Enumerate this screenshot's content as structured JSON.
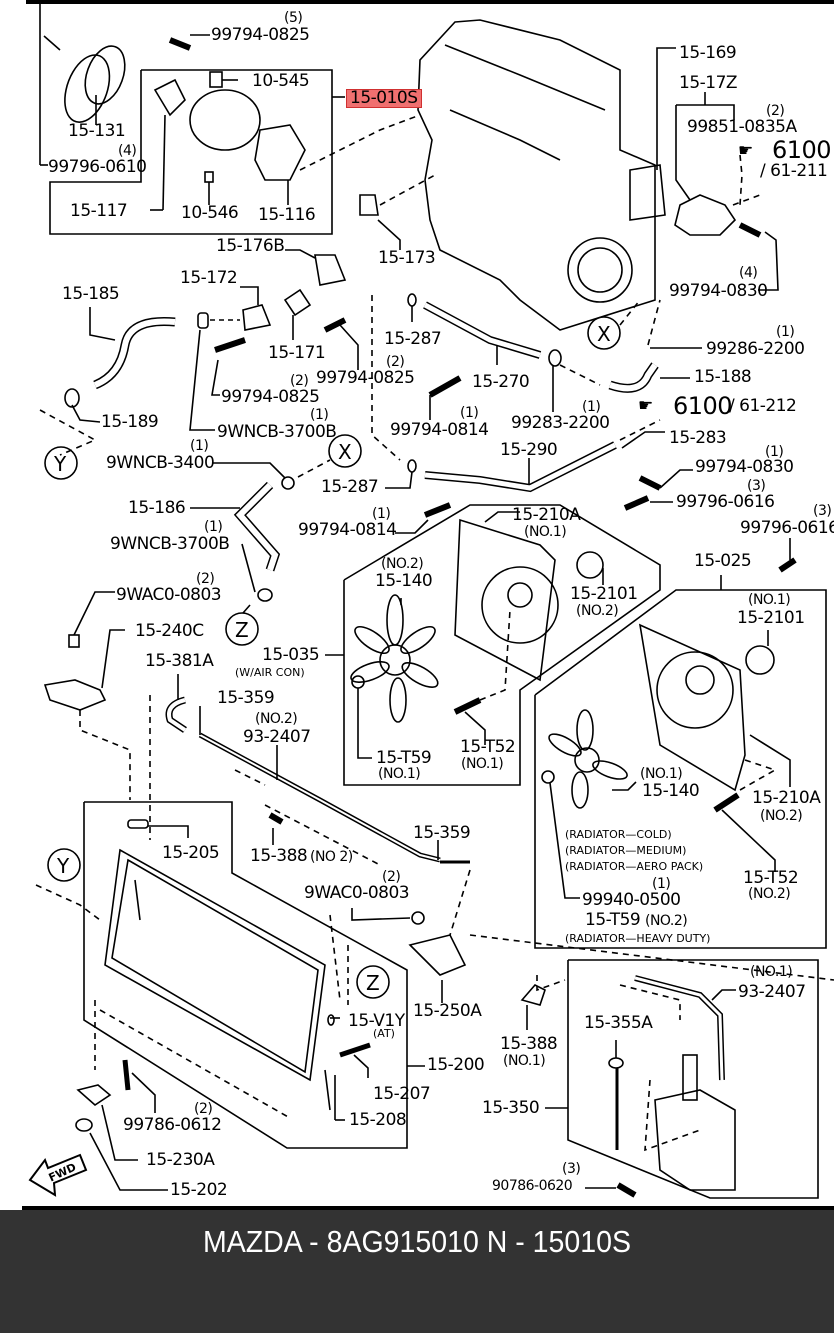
{
  "footer": {
    "text": "MAZDA - 8AG915010   N - 15010S"
  },
  "highlight": {
    "part": "15-010S",
    "color": "#f07070"
  },
  "callouts": {
    "x": "X",
    "y": "Y",
    "z": "Z",
    "fwd": "FWD"
  },
  "labels": {
    "p99794_0825_top": "99794-0825",
    "q5": "(5)",
    "p10_545": "10-545",
    "p15_131": "15-131",
    "q4a": "(4)",
    "p99796_0610": "99796-0610",
    "p15_117": "15-117",
    "p10_546": "10-546",
    "p15_116": "15-116",
    "p15_169": "15-169",
    "p15_17Z": "15-17Z",
    "q2a": "(2)",
    "p99851_0835A": "99851-0835A",
    "ref6100a": "6100",
    "ref61_211": "/ 61-211",
    "q4b": "(4)",
    "p99794_0830a": "99794-0830",
    "p15_173": "15-173",
    "p15_176B": "15-176B",
    "p15_172": "15-172",
    "p15_185": "15-185",
    "p15_171": "15-171",
    "q2b": "(2)",
    "p99794_0825b": "99794-0825",
    "q2c": "(2)",
    "p99794_0825c": "99794-0825",
    "p15_287a": "15-287",
    "p15_270": "15-270",
    "q1a": "(1)",
    "p99286_2200": "99286-2200",
    "p15_188": "15-188",
    "p15_189": "15-189",
    "q1b": "(1)",
    "p9WNCB_3700B_a": "9WNCB-3700B",
    "q1c": "(1)",
    "p99794_0814a": "99794-0814",
    "q1d": "(1)",
    "p99283_2200": "99283-2200",
    "ref6100b": "6100",
    "ref61_212": "/ 61-212",
    "q1e": "(1)",
    "p9WNCB_3400": "9WNCB-3400",
    "p15_287b": "15-287",
    "p15_290": "15-290",
    "p15_283": "15-283",
    "q1f": "(1)",
    "p99794_0830b": "99794-0830",
    "q3a": "(3)",
    "p99796_0616a": "99796-0616",
    "q3b": "(3)",
    "p99796_0616b": "99796-0616",
    "p15_186": "15-186",
    "q1g": "(1)",
    "p99794_0814b": "99794-0814",
    "p15_210A_1": "15-210A",
    "no1a": "(NO.1)",
    "q1h": "(1)",
    "p9WNCB_3700B_b": "9WNCB-3700B",
    "no2a": "(NO.2)",
    "p15_140a": "15-140",
    "p15_2101a": "15-2101",
    "no2b": "(NO.2)",
    "p15_025": "15-025",
    "q2d": "(2)",
    "p9WAC0_0803a": "9WAC0-0803",
    "no1b": "(NO.1)",
    "p15_2101b": "15-2101",
    "p15_240C": "15-240C",
    "p15_035": "15-035",
    "w_air_con": "(W/AIR CON)",
    "p15_381A": "15-381A",
    "p15_359a": "15-359",
    "no2c": "(NO.2)",
    "p93_2407a": "93-2407",
    "p15_T59a": "15-T59",
    "no1c": "(NO.1)",
    "p15_T52a": "15-T52",
    "no1d": "(NO.1)",
    "no1e": "(NO.1)",
    "p15_140b": "15-140",
    "p15_210A_2": "15-210A",
    "no2d": "(NO.2)",
    "rad_cold": "(RADIATOR—COLD)",
    "rad_medium": "(RADIATOR—MEDIUM)",
    "rad_aero": "(RADIATOR—AERO PACK)",
    "q1i": "(1)",
    "p99940_0500": "99940-0500",
    "p15_T59b": "15-T59",
    "no2e": "(NO.2)",
    "rad_heavy": "(RADIATOR—HEAVY DUTY)",
    "p15_T52b": "15-T52",
    "no2f": "(NO.2)",
    "p15_205": "15-205",
    "p15_388a": "15-388",
    "no2g": "(NO 2)",
    "p15_359b": "15-359",
    "q2e": "(2)",
    "p9WAC0_0803b": "9WAC0-0803",
    "p15_250A": "15-250A",
    "p15_V1Y": "15-V1Y",
    "at": "(AT)",
    "p15_388b": "15-388",
    "no1f": "(NO.1)",
    "p15_200": "15-200",
    "p15_207": "15-207",
    "p15_208": "15-208",
    "no1g": "(NO.1)",
    "p93_2407b": "93-2407",
    "p15_355A": "15-355A",
    "p15_350": "15-350",
    "q2f": "(2)",
    "p99786_0612": "99786-0612",
    "p15_230A": "15-230A",
    "p15_202": "15-202",
    "q3c": "(3)",
    "p90786_0620": "90786-0620"
  }
}
